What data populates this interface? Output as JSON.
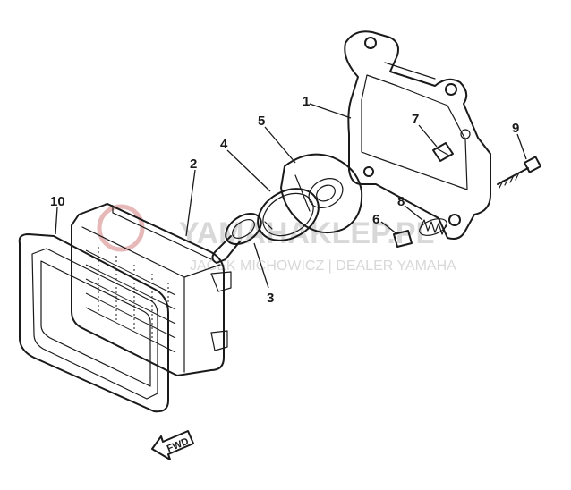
{
  "watermark": {
    "main": "YAMAHAKLEP.PL",
    "sub": "JACEK MICHOWICZ | DEALER YAMAHA",
    "color": "#d8d8d8"
  },
  "fwd_label": "FWD",
  "callouts": [
    {
      "id": "1",
      "label": "1"
    },
    {
      "id": "2",
      "label": "2"
    },
    {
      "id": "3",
      "label": "3"
    },
    {
      "id": "4",
      "label": "4"
    },
    {
      "id": "5",
      "label": "5"
    },
    {
      "id": "6",
      "label": "6"
    },
    {
      "id": "7",
      "label": "7"
    },
    {
      "id": "8",
      "label": "8"
    },
    {
      "id": "9",
      "label": "9"
    },
    {
      "id": "10",
      "label": "10"
    }
  ]
}
